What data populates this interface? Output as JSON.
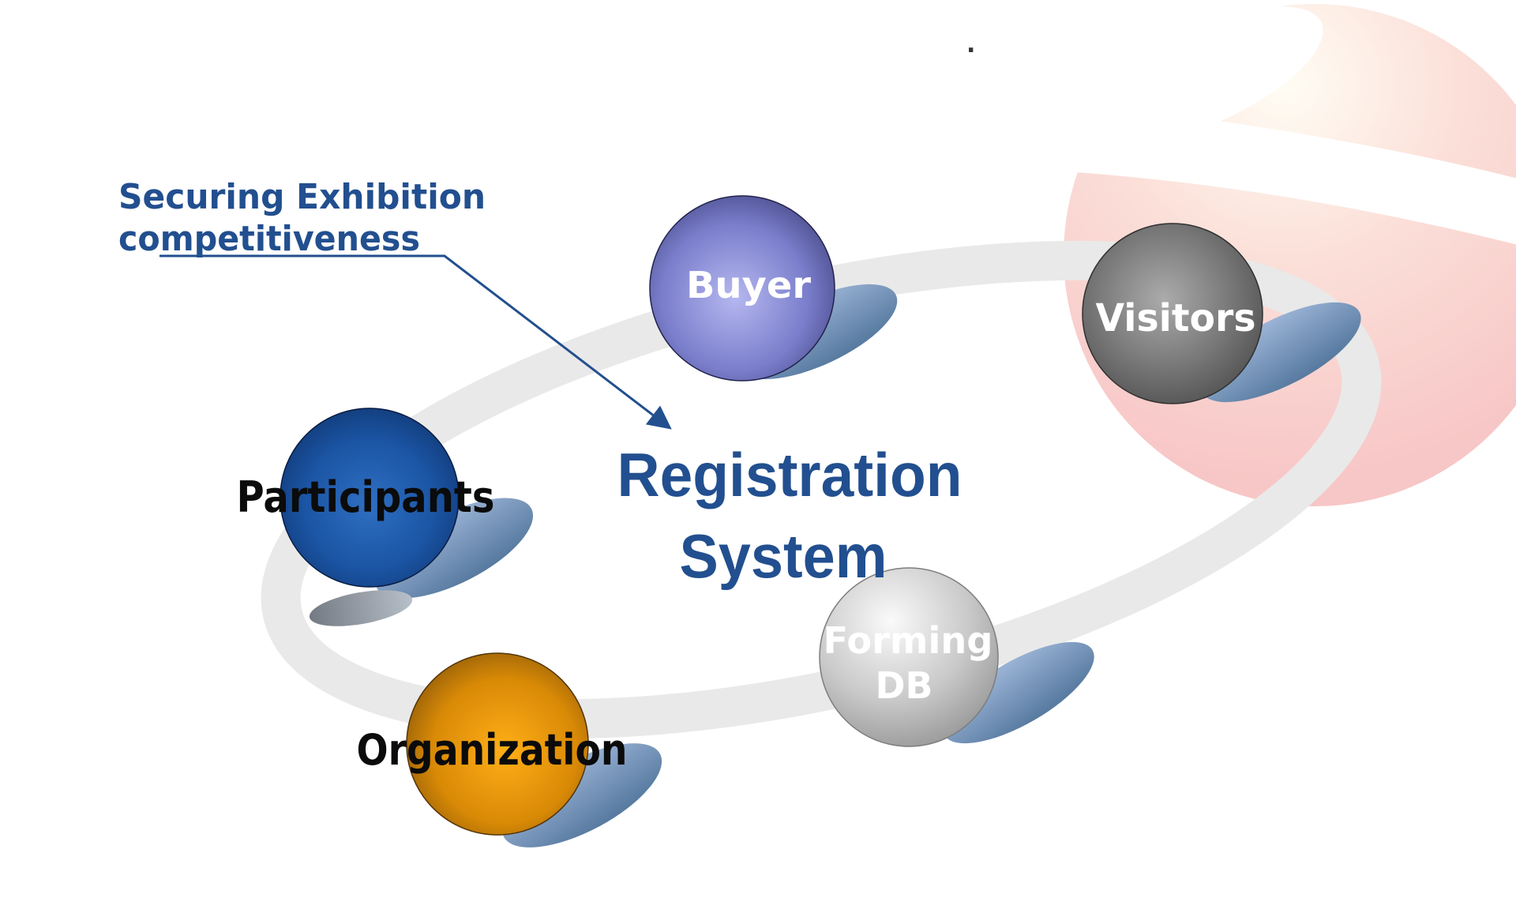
{
  "colors": {
    "background": "#FFFFFF",
    "heading_blue": "#224F8F",
    "ring_gray": "#E9E9E9",
    "logo_pink_edge": "#F7C6C6",
    "logo_highlight": "#FFFDF4",
    "shadow_blue_light": "#9FB7D9",
    "shadow_blue_dark": "#56799F",
    "ground_shadow_dark": "#747A83",
    "ground_shadow_light": "#B7BFC9",
    "label_black": "#0B0B0B",
    "sphere_label_white": "#FFFFFF",
    "buyer_center": "#B5B7EF",
    "buyer_edge": "#33346C",
    "visitors_center": "#ABABAB",
    "visitors_edge": "#414141",
    "participants_center": "#2F6FC2",
    "participants_edge": "#0B2A5E",
    "organization_center": "#FFAE17",
    "organization_edge": "#70470B",
    "forming_db_center": "#FAFAFA",
    "forming_db_edge": "#909090"
  },
  "annotation": {
    "line1": "Securing Exhibition",
    "line2": "competitiveness"
  },
  "title": {
    "line1": "Registration",
    "line2": "System"
  },
  "nodes": {
    "buyer": {
      "label": "Buyer"
    },
    "visitors": {
      "label": "Visitors"
    },
    "participants": {
      "label": "Participants"
    },
    "organization": {
      "label": "Organization"
    },
    "forming_db": {
      "line1": "Forming",
      "line2": "DB"
    }
  },
  "stray_dot": "."
}
